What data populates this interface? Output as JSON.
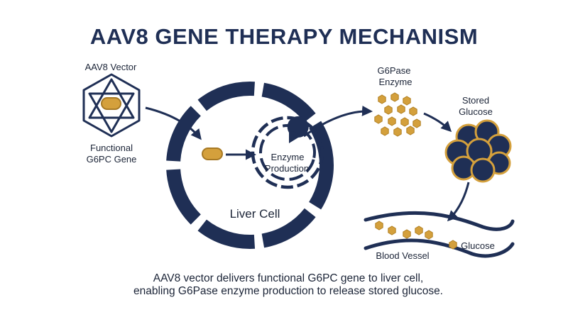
{
  "title": "AAV8 GENE THERAPY MECHANISM",
  "labels": {
    "vector": "AAV8 Vector",
    "gene_line1": "Functional",
    "gene_line2": "G6PC Gene",
    "enzyme_prod_line1": "Enzyme",
    "enzyme_prod_line2": "Production",
    "liver_cell": "Liver Cell",
    "enzyme_line1": "G6Pase",
    "enzyme_line2": "Enzyme",
    "stored_line1": "Stored",
    "stored_line2": "Glucose",
    "blood_vessel": "Blood Vessel",
    "glucose": "Glucose"
  },
  "caption": {
    "line1": "AAV8 vector delivers functional G6PC gene to liver cell,",
    "line2": "enabling G6Pase enzyme production to release stored glucose."
  },
  "colors": {
    "navy": "#1f2f55",
    "gold": "#d4a03c",
    "gold_dark": "#b07f22"
  },
  "icons": {
    "vector": "icosahedron-icon",
    "gene": "capsule-icon",
    "production": "pie-icon",
    "enzyme": "hexagon-icon",
    "glucose": "sphere-cluster-icon"
  }
}
